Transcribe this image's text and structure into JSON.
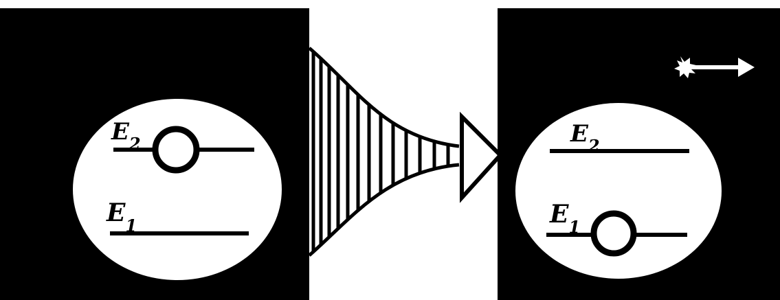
{
  "diagram": {
    "left_panel": {
      "upper_level_label": "E2",
      "lower_level_label": "E1",
      "electron_level": "upper"
    },
    "right_panel": {
      "upper_level_label": "E2",
      "lower_level_label": "E1",
      "electron_level": "lower"
    },
    "transition": "emission",
    "emitted_photon": true,
    "colors": {
      "background": "#ffffff",
      "panel": "#000000",
      "ink": "#000000"
    }
  }
}
